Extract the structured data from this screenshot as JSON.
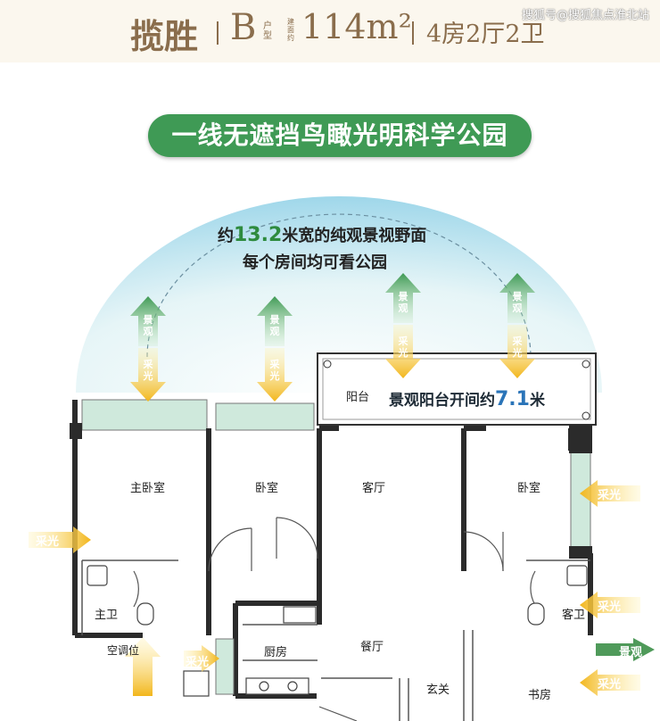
{
  "header": {
    "name": "揽胜",
    "type_letter": "B",
    "type_small": "户型",
    "area_small": "建面约",
    "area": "114m²",
    "layout": "4房2厅2卫"
  },
  "watermark": "搜狐号@搜狐焦点淮北站",
  "banner_title": "一线无遮挡鸟瞰光明科学公园",
  "arc_text": {
    "line1_pre": "约",
    "line1_value": "13.2",
    "line1_post": "米宽的纯观景视野面",
    "line2": "每个房间均可看公园"
  },
  "arrows": {
    "view": "景观",
    "light": "采光"
  },
  "balcony_note": {
    "pre": "景观阳台开间约",
    "value": "7.1",
    "post": "米"
  },
  "rooms": {
    "balcony": "阳台",
    "master_bedroom": "主卧室",
    "bedroom_left": "卧室",
    "living_room": "客厅",
    "bedroom_right": "卧室",
    "master_bath": "主卫",
    "guest_bath": "客卫",
    "kitchen": "厨房",
    "dining_room": "餐厅",
    "entrance": "玄关",
    "study": "书房",
    "ac_unit": "空调位"
  },
  "colors": {
    "header_text": "#8a6d4c",
    "banner": "#3f9a55",
    "view_arrow": "#4f9a5a",
    "light_arrow": "#f4c430",
    "sky": "#a8dcec",
    "wall": "#2b2b2b",
    "glass": "#cfe9dc"
  }
}
